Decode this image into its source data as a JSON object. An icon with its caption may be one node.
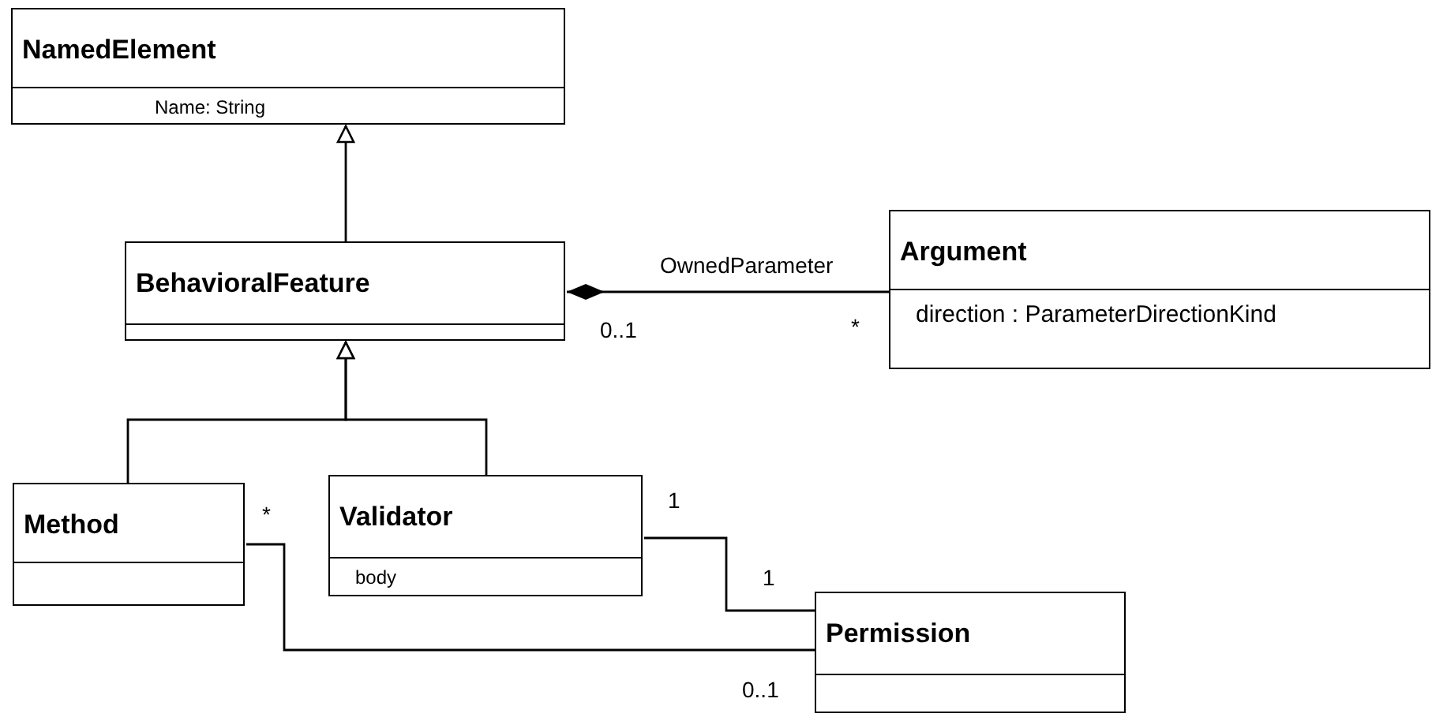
{
  "diagram": {
    "nodes": [
      {
        "text": [
          "NamedElement",
          "Name: String"
        ]
      },
      {
        "text": [
          "BehavioralFeature"
        ]
      },
      {
        "text": [
          "Argument",
          "direction : ParameterDirectionKind"
        ]
      },
      {
        "text": [
          "Method"
        ]
      },
      {
        "text": [
          "Validator",
          "body"
        ]
      },
      {
        "text": [
          "Permission"
        ]
      }
    ],
    "edges": [
      {
        "from": 1,
        "to": 0,
        "arrow": "to"
      },
      {
        "from": 1,
        "to": 2,
        "arrow": "other",
        "label": "OwnedParameter"
      },
      {
        "from": 3,
        "to": 1,
        "arrow": "to"
      },
      {
        "from": 4,
        "to": 1,
        "arrow": "to"
      },
      {
        "from": 4,
        "to": 5,
        "arrow": "none"
      },
      {
        "from": 3,
        "to": 5,
        "arrow": "none"
      }
    ],
    "labels": [
      "0..1",
      "*",
      "1",
      "*",
      "1",
      "0..1"
    ]
  }
}
